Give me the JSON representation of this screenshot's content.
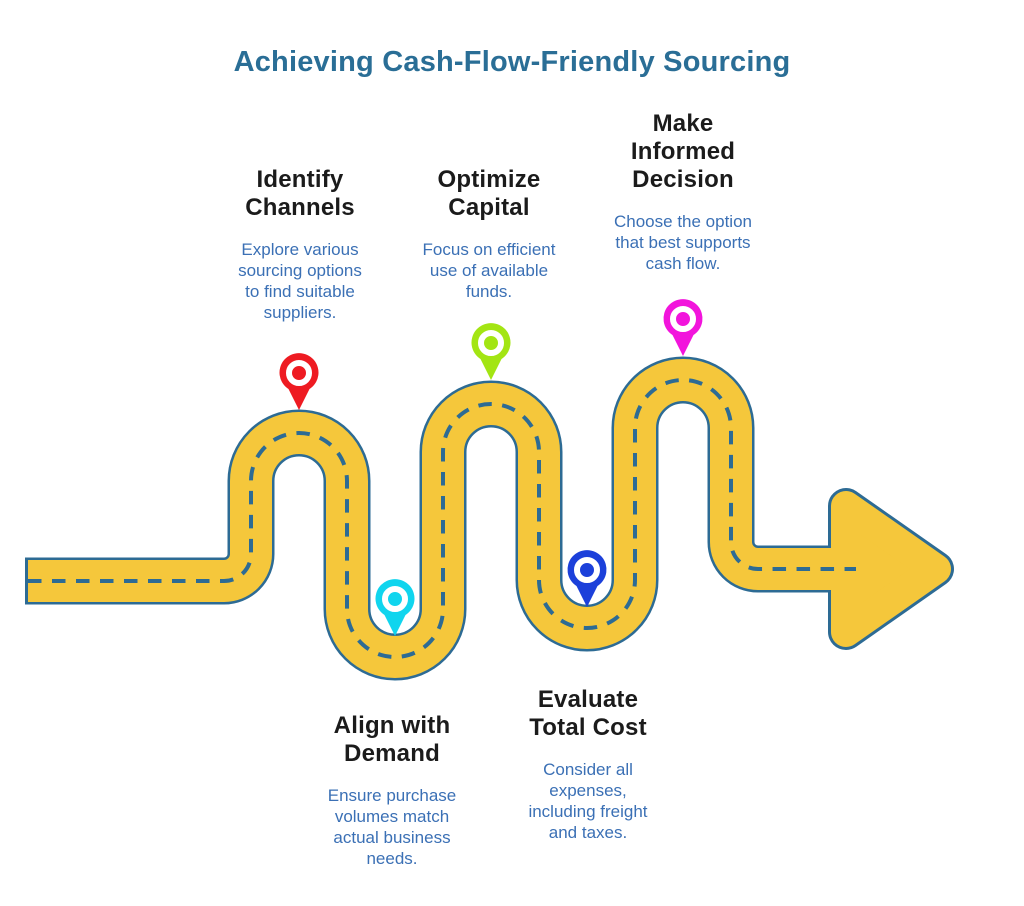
{
  "title": "Achieving Cash-Flow-Friendly Sourcing",
  "colors": {
    "title": "#2a6e96",
    "heading": "#1b1b1b",
    "body_text": "#3b70b5",
    "road_fill": "#f5c73b",
    "road_border": "#2d6b94",
    "road_dash": "#2d6b94",
    "pin_ring": "#ffffff"
  },
  "road": {
    "style": "winding yellow road with dashed centerline ending in arrow",
    "direction": "left-to-right"
  },
  "steps": [
    {
      "heading": "Identify\nChannels",
      "description": "Explore various\nsourcing options\nto find suitable\nsuppliers.",
      "pin_color": "#ee1b22",
      "pin_position": "top-of-first-curve"
    },
    {
      "heading": "Align with\nDemand",
      "description": "Ensure purchase\nvolumes match\nactual business\nneeds.",
      "pin_color": "#10d5ee",
      "pin_position": "inside-first-bottom-curve"
    },
    {
      "heading": "Optimize\nCapital",
      "description": "Focus on efficient\nuse of available\nfunds.",
      "pin_color": "#a3e513",
      "pin_position": "top-of-second-curve"
    },
    {
      "heading": "Evaluate\nTotal Cost",
      "description": "Consider all\nexpenses,\nincluding freight\nand taxes.",
      "pin_color": "#1c40da",
      "pin_position": "inside-second-bottom-curve"
    },
    {
      "heading": "Make\nInformed\nDecision",
      "description": "Choose the option\nthat best supports\ncash flow.",
      "pin_color": "#f214dc",
      "pin_position": "top-of-third-curve"
    }
  ]
}
